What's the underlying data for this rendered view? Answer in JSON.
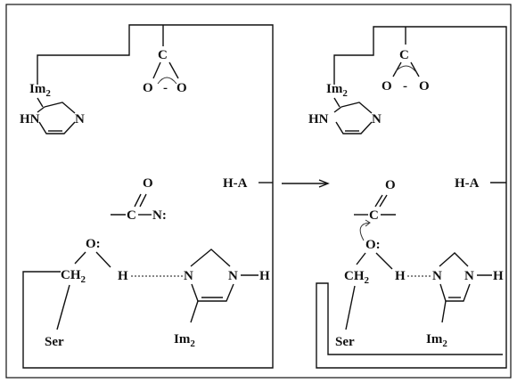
{
  "left": {
    "im_top": "Im",
    "im_top_sub": "2",
    "carboxyl_c": "C",
    "carboxyl_o1": "O",
    "carboxyl_minus": "-",
    "carboxyl_o2": "O",
    "hn": "HN",
    "n": "N",
    "ha": "H-A",
    "carbonyl_o": "O",
    "c": "C",
    "n_colon": "N:",
    "o_colon": "O:",
    "ch": "CH",
    "ch_sub": "2",
    "h": "H",
    "imid_n1": "N",
    "imid_n2": "N",
    "imid_h": "H",
    "ser": "Ser",
    "im_bottom": "Im",
    "im_bottom_sub": "2"
  },
  "right": {
    "im_top": "Im",
    "im_top_sub": "2",
    "carboxyl_c": "C",
    "carboxyl_o1": "O",
    "carboxyl_minus": "-",
    "carboxyl_o2": "O",
    "hn": "HN",
    "n": "N",
    "ha": "H-A",
    "carbonyl_o": "O",
    "c": "C",
    "o_colon": "O:",
    "ch": "CH",
    "ch_sub": "2",
    "h": "H",
    "imid_n1": "N",
    "imid_n2": "N",
    "imid_h": "H",
    "ser": "Ser",
    "im_bottom": "Im",
    "im_bottom_sub": "2"
  }
}
